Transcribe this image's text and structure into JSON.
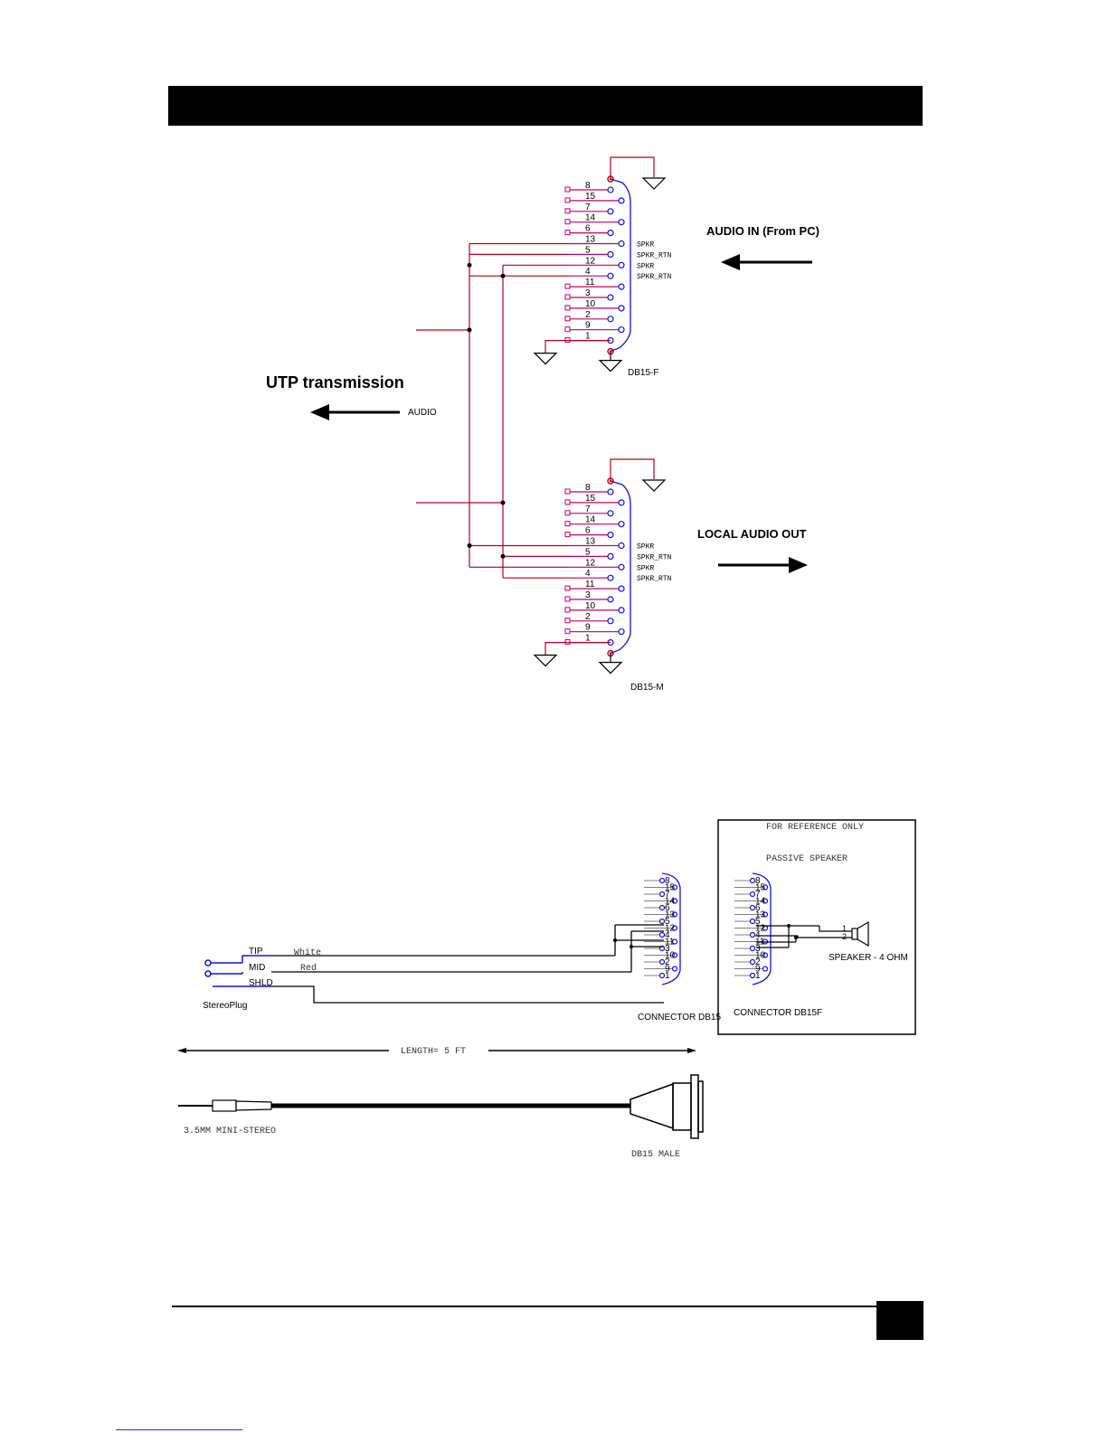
{
  "top_diagram": {
    "title": "UTP transmission",
    "audio_tag": "AUDIO",
    "audio_in_label": "AUDIO IN (From PC)",
    "local_audio_out_label": "LOCAL AUDIO OUT",
    "connector_f_name": "DB15-F",
    "connector_m_name": "DB15-M",
    "pin_order": [
      "8",
      "15",
      "7",
      "14",
      "6",
      "13",
      "5",
      "12",
      "4",
      "11",
      "3",
      "10",
      "2",
      "9",
      "1"
    ],
    "signal_labels": [
      "SPKR",
      "SPKR_RTN",
      "SPKR",
      "SPKR_RTN"
    ]
  },
  "cable_diagram": {
    "wire_names": [
      "TIP",
      "MID",
      "SHLD"
    ],
    "wire_colors": [
      "White",
      "Red"
    ],
    "plug_label": "StereoPlug",
    "connector_label": "CONNECTOR DB15",
    "length_label": "LENGTH= 5 FT",
    "mini_stereo_label": "3.5MM MINI-STEREO",
    "db15_male_label": "DB15 MALE",
    "pin_order": [
      "8",
      "15",
      "7",
      "14",
      "6",
      "13",
      "5",
      "12",
      "4",
      "11",
      "3",
      "10",
      "2",
      "9",
      "1"
    ]
  },
  "reference_box": {
    "title": "FOR REFERENCE ONLY",
    "subtitle": "PASSIVE SPEAKER",
    "connector_label": "CONNECTOR DB15F",
    "speaker_label": "SPEAKER - 4 OHM",
    "speaker_pins": [
      "1",
      "2"
    ]
  },
  "colors": {
    "wire_red": "#b0001e",
    "connector_blue": "#1010e0",
    "pin_magenta": "#c0006a"
  }
}
